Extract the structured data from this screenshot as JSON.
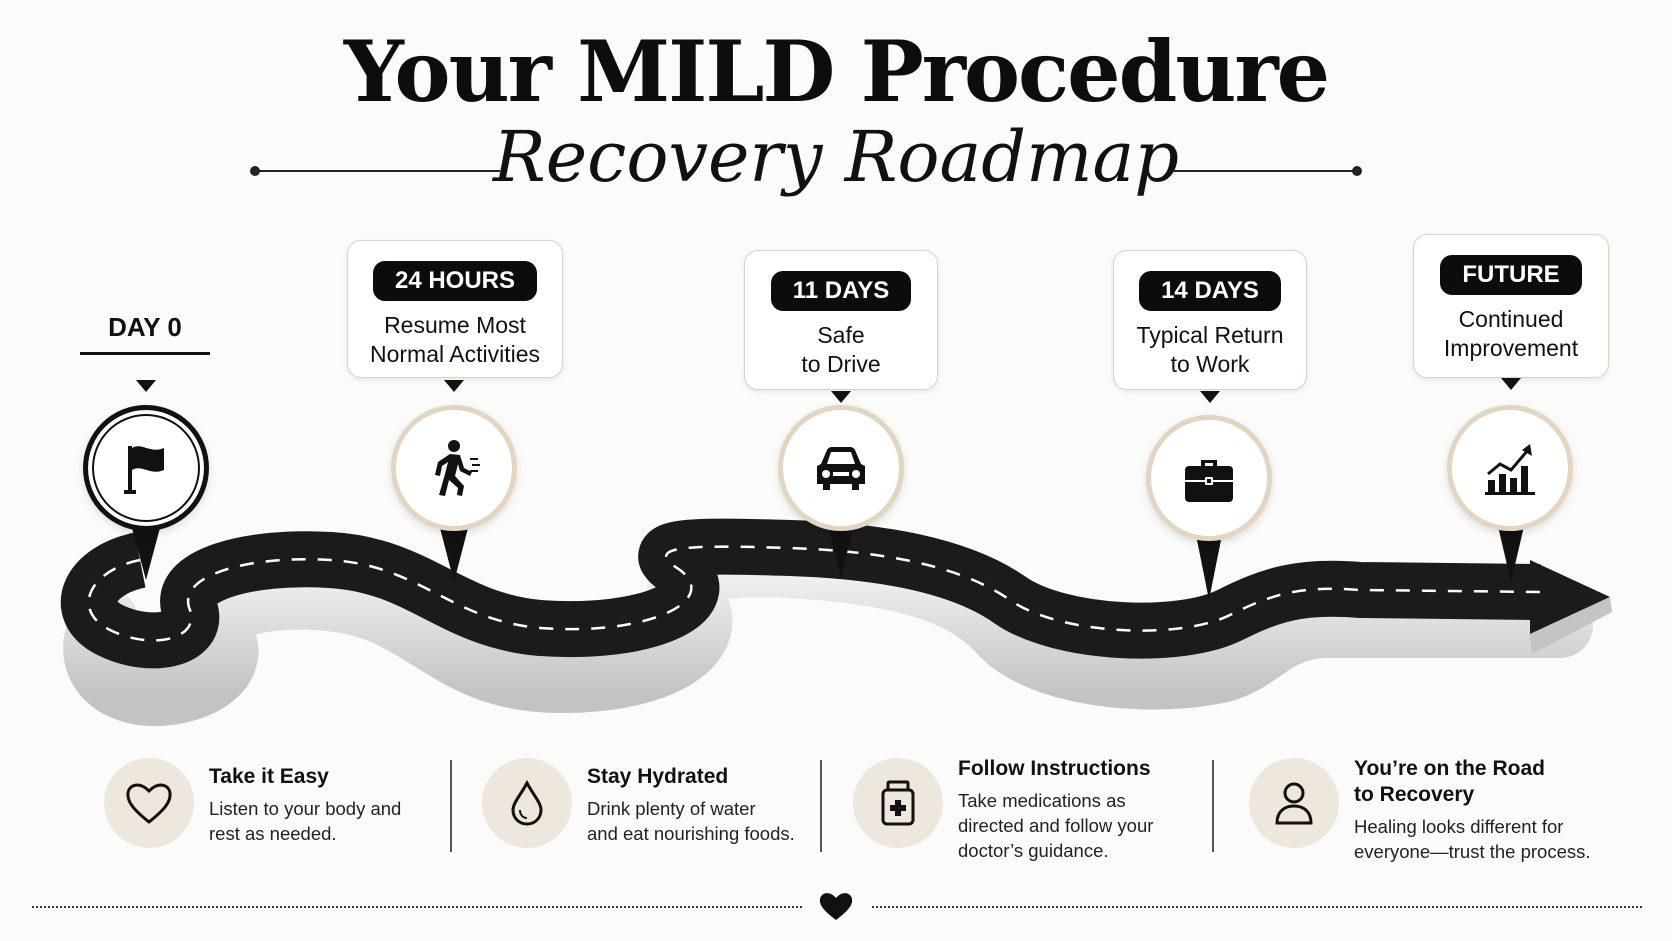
{
  "header": {
    "title": "Your MILD Procedure",
    "subtitle": "Recovery Roadmap"
  },
  "milestones": [
    {
      "label": "DAY 0",
      "description": "",
      "icon": "flag-icon"
    },
    {
      "label": "24 HOURS",
      "description_lines": [
        "Resume Most",
        "Normal Activities"
      ],
      "icon": "walking-person-icon"
    },
    {
      "label": "11 DAYS",
      "description_lines": [
        "Safe",
        "to Drive"
      ],
      "icon": "car-icon"
    },
    {
      "label": "14 DAYS",
      "description_lines": [
        "Typical Return",
        "to Work"
      ],
      "icon": "briefcase-icon"
    },
    {
      "label": "FUTURE",
      "description_lines": [
        "Continued",
        "Improvement"
      ],
      "icon": "growth-chart-icon"
    }
  ],
  "tips": [
    {
      "title": "Take it Easy",
      "lines": [
        "Listen to your body and",
        "rest as needed."
      ],
      "icon": "heart-icon"
    },
    {
      "title": "Stay Hydrated",
      "lines": [
        "Drink plenty of water",
        "and eat nourishing foods."
      ],
      "icon": "water-drop-icon"
    },
    {
      "title": "Follow Instructions",
      "lines": [
        "Take medications as",
        "directed and follow your",
        "doctor’s guidance."
      ],
      "icon": "medicine-bottle-icon"
    },
    {
      "title_lines": [
        "You’re on the Road",
        "to Recovery"
      ],
      "lines": [
        "Healing looks different for",
        "everyone—trust the process."
      ],
      "icon": "person-icon"
    }
  ],
  "footer": {
    "icon": "heart-icon"
  },
  "colors": {
    "accent_beige": "#e2d6c3",
    "road": "#1a1a1a",
    "tip_circle": "#ede7dd"
  }
}
